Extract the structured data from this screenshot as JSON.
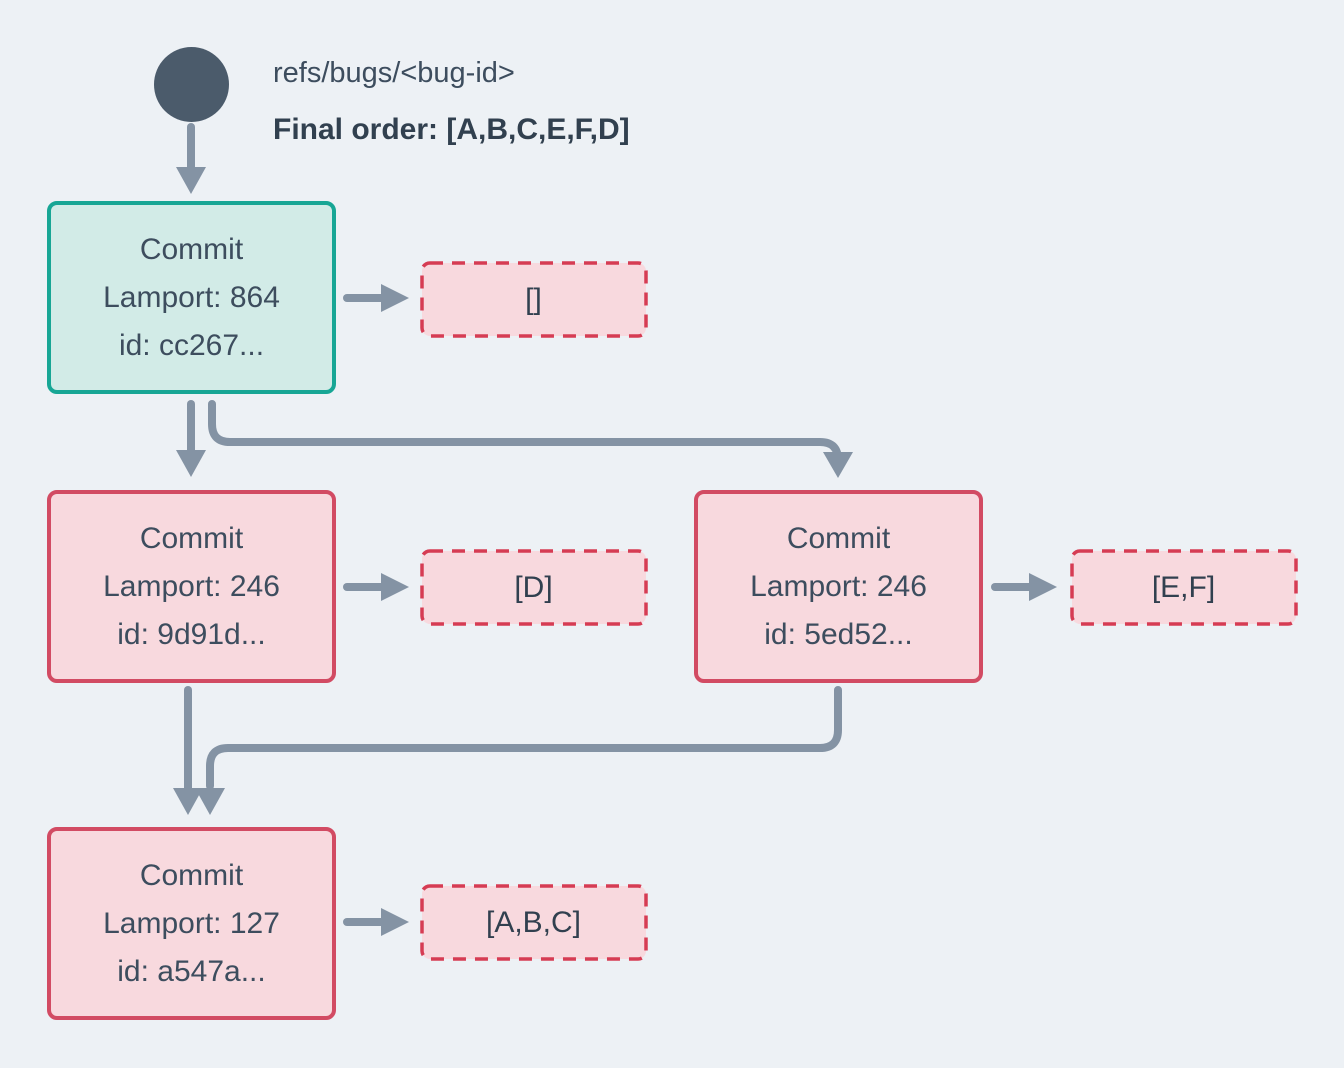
{
  "header": {
    "ref": "refs/bugs/<bug-id>",
    "final_order": "Final order: [A,B,C,E,F,D]"
  },
  "commits": [
    {
      "key": "root",
      "title": "Commit",
      "lamport": "Lamport: 864",
      "id": "id: cc267...",
      "variant": "teal",
      "payload": "[]"
    },
    {
      "key": "left",
      "title": "Commit",
      "lamport": "Lamport: 246",
      "id": "id: 9d91d...",
      "variant": "pink",
      "payload": "[D]"
    },
    {
      "key": "right",
      "title": "Commit",
      "lamport": "Lamport: 246",
      "id": "id: 5ed52...",
      "variant": "pink",
      "payload": "[E,F]"
    },
    {
      "key": "merge",
      "title": "Commit",
      "lamport": "Lamport: 127",
      "id": "id: a547a...",
      "variant": "pink",
      "payload": "[A,B,C]"
    }
  ],
  "edges": [
    {
      "from": "refs/bugs/<bug-id>",
      "to": "cc267"
    },
    {
      "from": "cc267",
      "to": "9d91d"
    },
    {
      "from": "cc267",
      "to": "5ed52"
    },
    {
      "from": "9d91d",
      "to": "a547a"
    },
    {
      "from": "5ed52",
      "to": "a547a"
    },
    {
      "from": "cc267",
      "to": "[]"
    },
    {
      "from": "9d91d",
      "to": "[D]"
    },
    {
      "from": "5ed52",
      "to": "[E,F]"
    },
    {
      "from": "a547a",
      "to": "[A,B,C]"
    }
  ],
  "colors": {
    "background": "#edf1f5",
    "circle": "#4b5b6b",
    "text": "#3d4d5e",
    "text-strong": "#31404f",
    "arrow": "#8493a4",
    "teal-border": "#17a695",
    "teal-fill": "#d2ebe7",
    "pink-border": "#d24b63",
    "pink-fill": "#f8d9de",
    "dash-border": "#d63c53",
    "dash-fill": "#f8d9de"
  }
}
